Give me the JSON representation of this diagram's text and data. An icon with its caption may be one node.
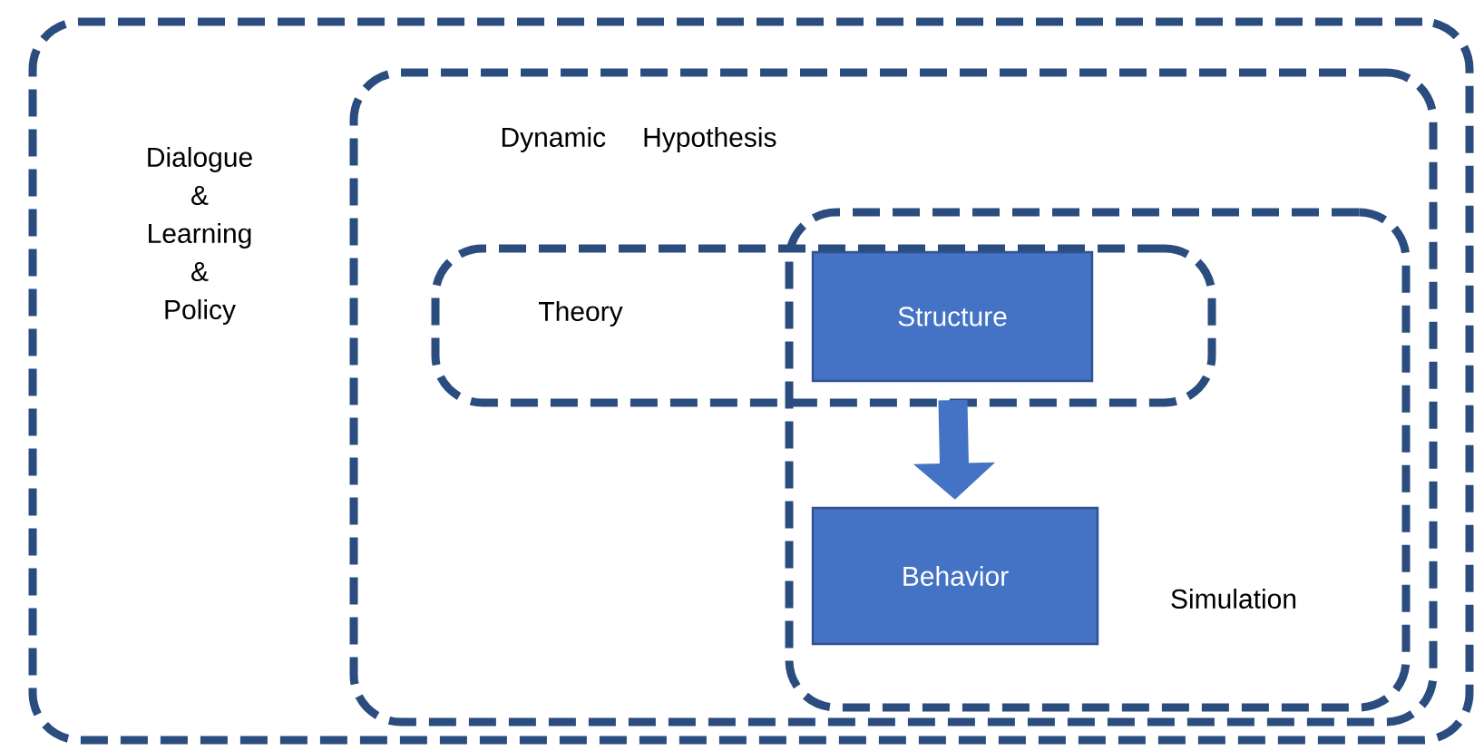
{
  "diagram": {
    "nodes": [
      {
        "text": [
          "Dialogue & Learning & Policy"
        ]
      },
      {
        "text": [
          "Dynamic Hypothesis"
        ],
        "in": 0
      },
      {
        "text": [
          "Theory"
        ],
        "in": 1
      },
      {
        "text": [
          "Simulation"
        ],
        "in": 1
      },
      {
        "text": [
          "Structure"
        ]
      },
      {
        "text": [
          "Behavior"
        ],
        "in": 3
      }
    ],
    "edges": [
      {
        "from": 4,
        "to": 5,
        "arrow": "to"
      }
    ]
  }
}
